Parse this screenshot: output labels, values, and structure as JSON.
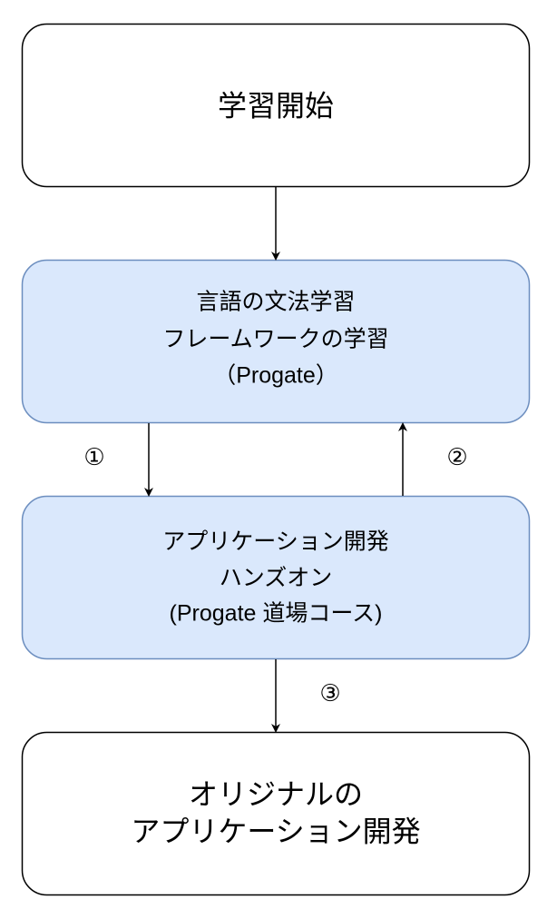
{
  "colors": {
    "plain_fill": "#ffffff",
    "plain_stroke": "#000000",
    "blue_fill": "#dae8fc",
    "blue_stroke": "#6c8ebf",
    "arrow": "#000000"
  },
  "nodes": {
    "start": {
      "lines": [
        "学習開始"
      ]
    },
    "grammar": {
      "lines": [
        "言語の文法学習",
        "フレームワークの学習",
        "（Progate）"
      ]
    },
    "handson": {
      "lines": [
        "アプリケーション開発",
        "ハンズオン",
        "(Progate 道場コース)"
      ]
    },
    "original": {
      "lines": [
        "オリジナルの",
        "アプリケーション開発"
      ]
    }
  },
  "edges": {
    "e1": {
      "label": "①"
    },
    "e2": {
      "label": "②"
    },
    "e3": {
      "label": "③"
    }
  }
}
